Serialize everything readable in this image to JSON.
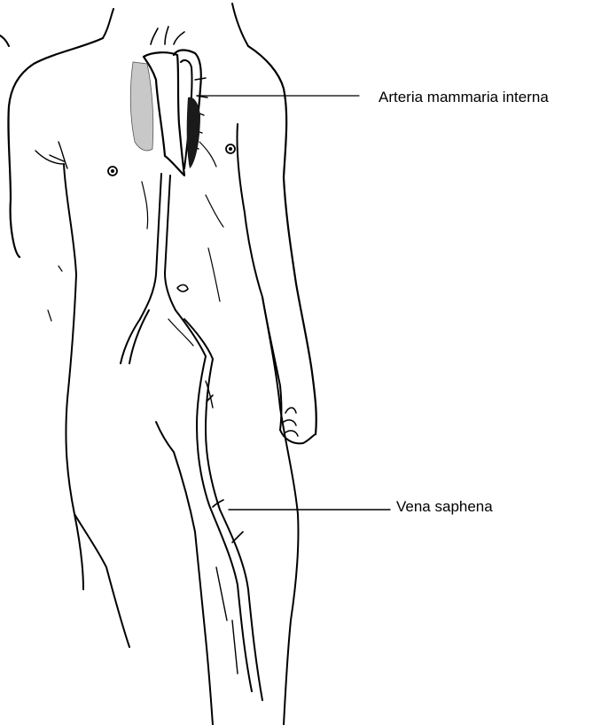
{
  "figure": {
    "subject": "human-body-outline-with-bypass-graft-vessels",
    "background_color": "#ffffff",
    "ink_color": "#000000"
  },
  "labels": {
    "internal_mammary_artery": "Arteria mammaria interna",
    "saphenous_vein": "Vena saphena"
  }
}
